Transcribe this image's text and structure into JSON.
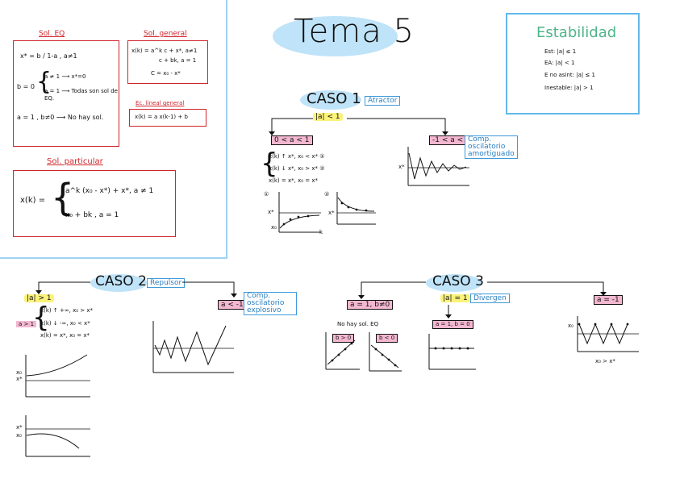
{
  "title": "Tema 5",
  "sol_eq": {
    "heading": "Sol. EQ",
    "line1": "x* = b / 1-a , a≠1",
    "line2a": "a ≠ 1 ⟶ x*=0",
    "line2b": "a = 1 ⟶ Todas son sol de EQ.",
    "line2prefix": "b = 0",
    "line3": "a = 1 , b≠0 ⟶ No hay sol."
  },
  "sol_general": {
    "heading": "Sol. general",
    "line1": "x(k) = a^k c + x*, a≠1",
    "line2": "c + bk, a = 1",
    "line3": "C = x₀ - x*"
  },
  "ec_lineal": {
    "heading": "Ec. lineal general",
    "formula": "x(k) = a x(k-1) + b"
  },
  "sol_particular": {
    "heading": "Sol. particular",
    "lhs": "x(k) =",
    "line1": "a^k (x₀ - x*) + x*, a ≠ 1",
    "line2": "x₀ + bk , a = 1"
  },
  "estabilidad": {
    "title": "Estabilidad",
    "items": [
      "Est: |a| ≤ 1",
      "EA: |a| < 1",
      "E no asint: |a| ≤ 1",
      "Inestable: |a| > 1"
    ]
  },
  "caso1": {
    "title": "CASO 1",
    "tag": "Atractor",
    "condition": "|a| < 1",
    "left_branch": "0 < a < 1",
    "right_branch": "-1 < a < 0",
    "right_desc": "Comp. oscilatorio amortiguado",
    "rules": [
      "x(k) ↑ x*, x₀ < x* ①",
      "x(k) ↓ x*, x₀ > x* ②",
      "x(k) = x*, x₀ = x*"
    ],
    "g1_label": "①",
    "g2_label": "②",
    "axis_k": "k",
    "axis_x": "x*",
    "axis_x0": "x₀"
  },
  "caso2": {
    "title": "CASO 2",
    "tag": "Repulsor",
    "condition": "|a| > 1",
    "right_branch": "a < -1",
    "right_desc": "Comp. oscilatorio explosivo",
    "prefix": "a > 1",
    "rules": [
      "x(k) ↑ +∞, x₀ > x*",
      "x(k) ↓ -∞, x₀ < x*",
      "x(k) = x*, x₀ = x*"
    ],
    "axis_x0": "x₀",
    "axis_x": "x*"
  },
  "caso3": {
    "title": "CASO 3",
    "condition": "|a| = 1",
    "tag": "Divergen",
    "left_branch": "a = 1, b≠0",
    "mid_branch": "a = 1, b = 0",
    "right_branch": "a = -1",
    "no_sol": "No hay sol. EQ",
    "b_pos": "b > 0",
    "b_neg": "b < 0",
    "axis_x0": "x₀",
    "right_caption": "x₀ > x*"
  }
}
